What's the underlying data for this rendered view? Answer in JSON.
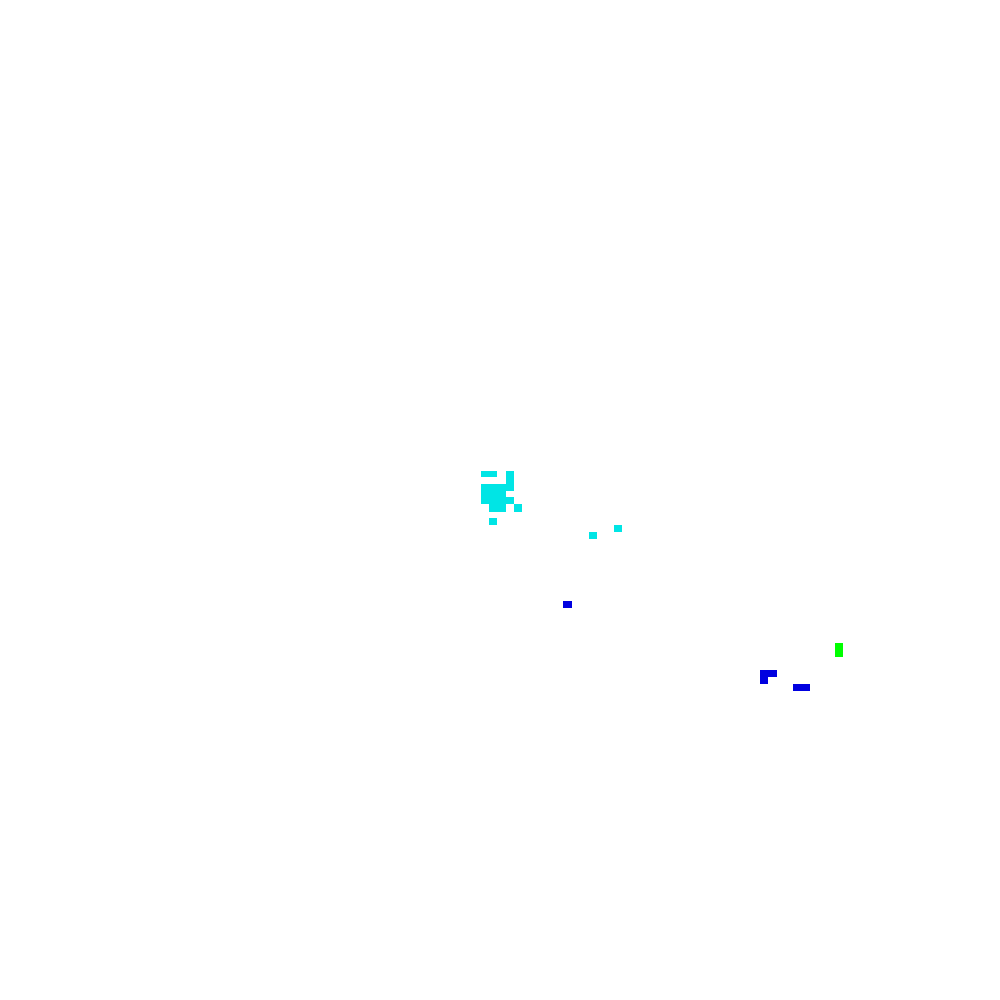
{
  "palette": {
    "background": "#ffffff",
    "cyan": "#00e5e5",
    "blue": "#0000e0",
    "green": "#00ff00"
  },
  "clusters": [
    {
      "name": "cyan-cluster",
      "color": "#00e5e5"
    },
    {
      "name": "blue-cluster",
      "color": "#0000e0"
    },
    {
      "name": "green-cluster",
      "color": "#00ff00"
    }
  ]
}
